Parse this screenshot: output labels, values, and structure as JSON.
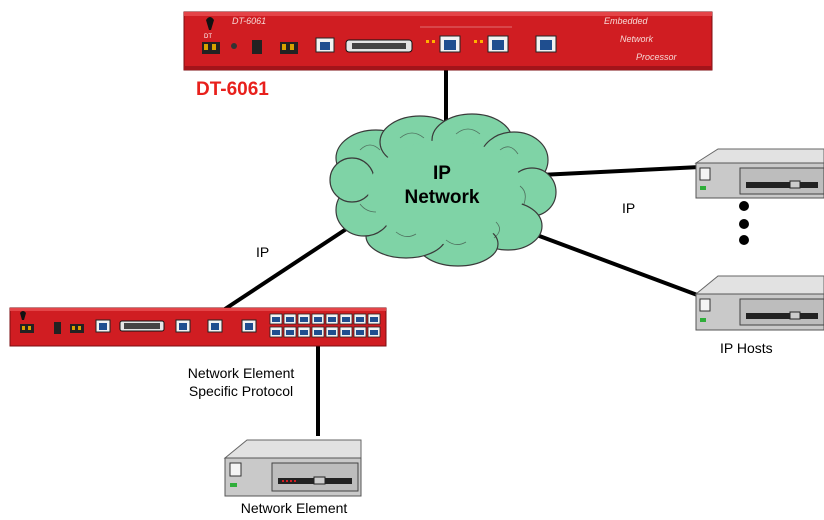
{
  "device": {
    "title": "DT-6061",
    "panel_text": [
      "Embedded",
      "Network",
      "Processor"
    ],
    "model_print": "DT-6061"
  },
  "cloud": {
    "line1": "IP",
    "line2": "Network"
  },
  "links": {
    "ip_left": "IP",
    "ip_right": "IP",
    "ne_protocol_line1": "Network Element",
    "ne_protocol_line2": "Specific Protocol"
  },
  "hosts": {
    "label": "IP Hosts"
  },
  "network_element": {
    "label": "Network Element"
  },
  "colors": {
    "device_red": "#d01d22",
    "title_red": "#e8201c",
    "cloud_green": "#7fd3a6",
    "host_gray": "#c9c9c9"
  }
}
